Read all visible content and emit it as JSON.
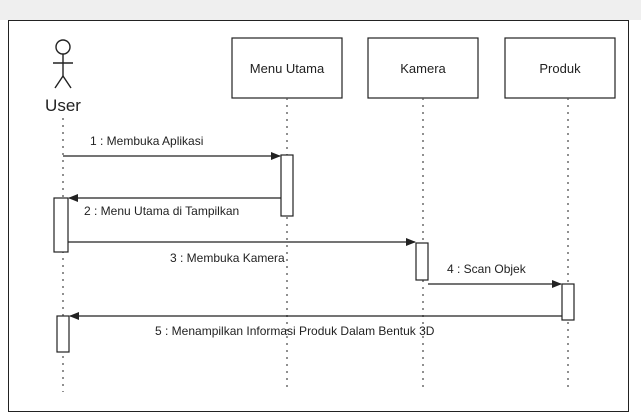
{
  "participants": [
    {
      "id": "user",
      "label": "User",
      "kind": "actor"
    },
    {
      "id": "menu",
      "label": "Menu Utama",
      "kind": "object"
    },
    {
      "id": "kamera",
      "label": "Kamera",
      "kind": "object"
    },
    {
      "id": "produk",
      "label": "Produk",
      "kind": "object"
    }
  ],
  "messages": [
    {
      "label": "1 : Membuka Aplikasi",
      "from": "user",
      "to": "menu",
      "direction": "forward"
    },
    {
      "label": "2 : Menu Utama di Tampilkan",
      "from": "menu",
      "to": "user",
      "direction": "return"
    },
    {
      "label": "3 : Membuka Kamera",
      "from": "user",
      "to": "kamera",
      "direction": "forward"
    },
    {
      "label": "4 : Scan Objek",
      "from": "kamera",
      "to": "produk",
      "direction": "forward"
    },
    {
      "label": "5 : Menampilkan Informasi Produk Dalam Bentuk 3D",
      "from": "produk",
      "to": "user",
      "direction": "return"
    }
  ]
}
